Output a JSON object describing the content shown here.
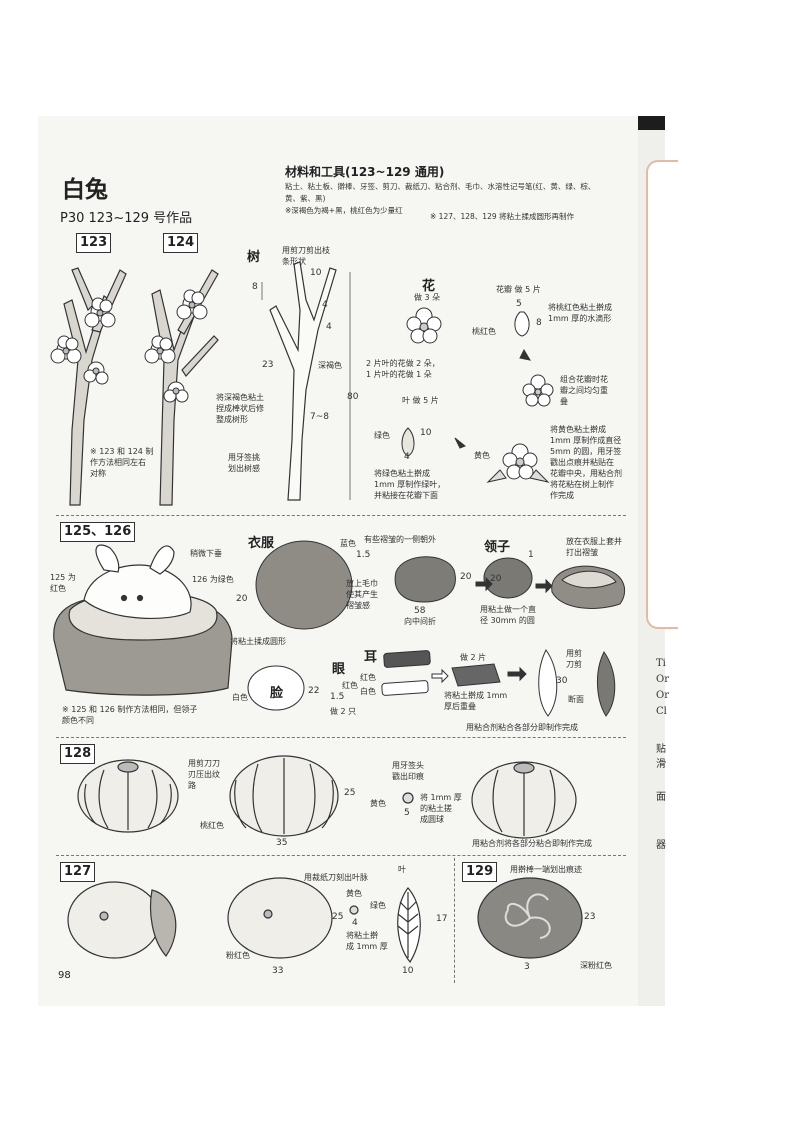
{
  "header": {
    "title": "白兔",
    "subtitle": "P30   123~129 号作品",
    "materials_title": "材料和工具(123~129 通用)",
    "materials_lines": [
      "粘土、粘土板、擀棒、牙签、剪刀、裁纸刀、粘合剂、毛巾、水溶性记号笔(红、黄、绿、棕、",
      "黄、紫、黑)",
      "※深褐色为褐+黑，桃红色为少量红"
    ],
    "materials_note": "※ 127、128、129 将粘土揉成圆形再制作"
  },
  "sections": {
    "s123": "123",
    "s124": "124",
    "s125": "125、126",
    "s128": "128",
    "s127": "127",
    "s129": "129"
  },
  "tree": {
    "heading": "树",
    "cut_note": "用剪刀剪出枝\n条形状",
    "shape_note": "将深褐色粘土\n捏成棒状后修\n整成树形",
    "bark_note": "用牙签挑\n划出树感",
    "color": "深褐色",
    "note_123_124": "※ 123 和 124 制\n作方法相同左右\n对称",
    "dims": [
      "8",
      "10",
      "4",
      "4",
      "23",
      "7~8",
      "80"
    ]
  },
  "flower": {
    "heading": "花",
    "count": "做 3 朵",
    "petals_label": "花瓣  做 5 片",
    "petal_note": "将桃红色粘土擀成\n1mm 厚的水滴形",
    "pink": "桃红色",
    "petal_dims": [
      "5",
      "8"
    ],
    "combine_note": "组合花瓣时花\n瓣之间均匀重\n叠",
    "leaf_ratio": "2 片叶的花做 2 朵，\n1 片叶的花做 1 朵",
    "leaf_label": "叶  做 5 片",
    "green": "绿色",
    "leaf_dims": [
      "10",
      "4"
    ],
    "leaf_note": "将绿色粘土擀成\n1mm 厚制作绿叶，\n并粘接在花瓣下面",
    "yellow": "黄色",
    "center_note": "将黄色粘土擀成\n1mm 厚制作成直径\n5mm 的圆，用牙签\n戳出点痕并粘贴在\n花瓣中央，用粘合剂\n将花粘在树上制作\n作完成"
  },
  "rabbit": {
    "note_125": "125 为\n红色",
    "note_126": "126 为绿色",
    "slightly_down": "稍微下垂",
    "dim_20": "20",
    "clothes_heading": "衣服",
    "clothes_shape": "将粘土揉成圆形",
    "clothes_color": "蓝色",
    "clothes_dim": "1.5",
    "towel_note": "放上毛巾\n使其产生\n褶皱感",
    "fold_note": "有些褶皱的一侧朝外",
    "fold_center": "向中间折",
    "fold_dims": [
      "20",
      "58"
    ],
    "collar_heading": "领子",
    "collar_note": "用粘土做一个直\n径 30mm 的圆",
    "collar_dims": [
      "1",
      "20"
    ],
    "put_on": "放在衣服上套并\n打出褶皱",
    "face_heading": "脸",
    "face_color": "白色",
    "face_dim": "22",
    "eye_heading": "眼",
    "eye_red": "红色",
    "eye_dim": "1.5",
    "eye_count": "做 2 只",
    "ear_heading": "耳",
    "ear_red": "红色",
    "ear_white": "白色",
    "ear_count": "做 2 片",
    "ear_stack": "将粘土擀成 1mm\n厚后重叠",
    "ear_cut": "用剪\n刀剪",
    "ear_dim": "30",
    "ear_section": "断面",
    "note_same": "※ 125 和 126 制作方法相同，但领子\n颜色不同",
    "glue_done": "用粘合剂粘合各部分即制作完成"
  },
  "melon128": {
    "knife_note": "用剪刀刀\n刃压出纹\n路",
    "pink": "桃红色",
    "dims": [
      "25",
      "35"
    ],
    "stem_note": "用牙签头\n戳出印痕",
    "stem_color": "黄色",
    "stem_ball": "将 1mm 厚\n的粘土搓\n成圆球",
    "stem_dim": "5",
    "done": "用粘合剂将各部分粘合即制作完成"
  },
  "peach127": {
    "vein_note": "用裁纸刀刻出叶脉",
    "leaf_label": "叶",
    "yellow": "黄色",
    "green": "绿色",
    "leaf_num": "4",
    "roll_note": "将粘土擀\n成 1mm 厚",
    "pink": "粉红色",
    "dims": [
      "25",
      "33",
      "17",
      "10"
    ]
  },
  "item129": {
    "note": "用擀棒一端划出痕迹",
    "dims": [
      "23",
      "3"
    ],
    "color": "深粉红色"
  },
  "page_number": "98",
  "edge_text": [
    "Ti",
    "Or",
    "Or",
    "Cl",
    "贴",
    "滑",
    "面",
    "器"
  ]
}
